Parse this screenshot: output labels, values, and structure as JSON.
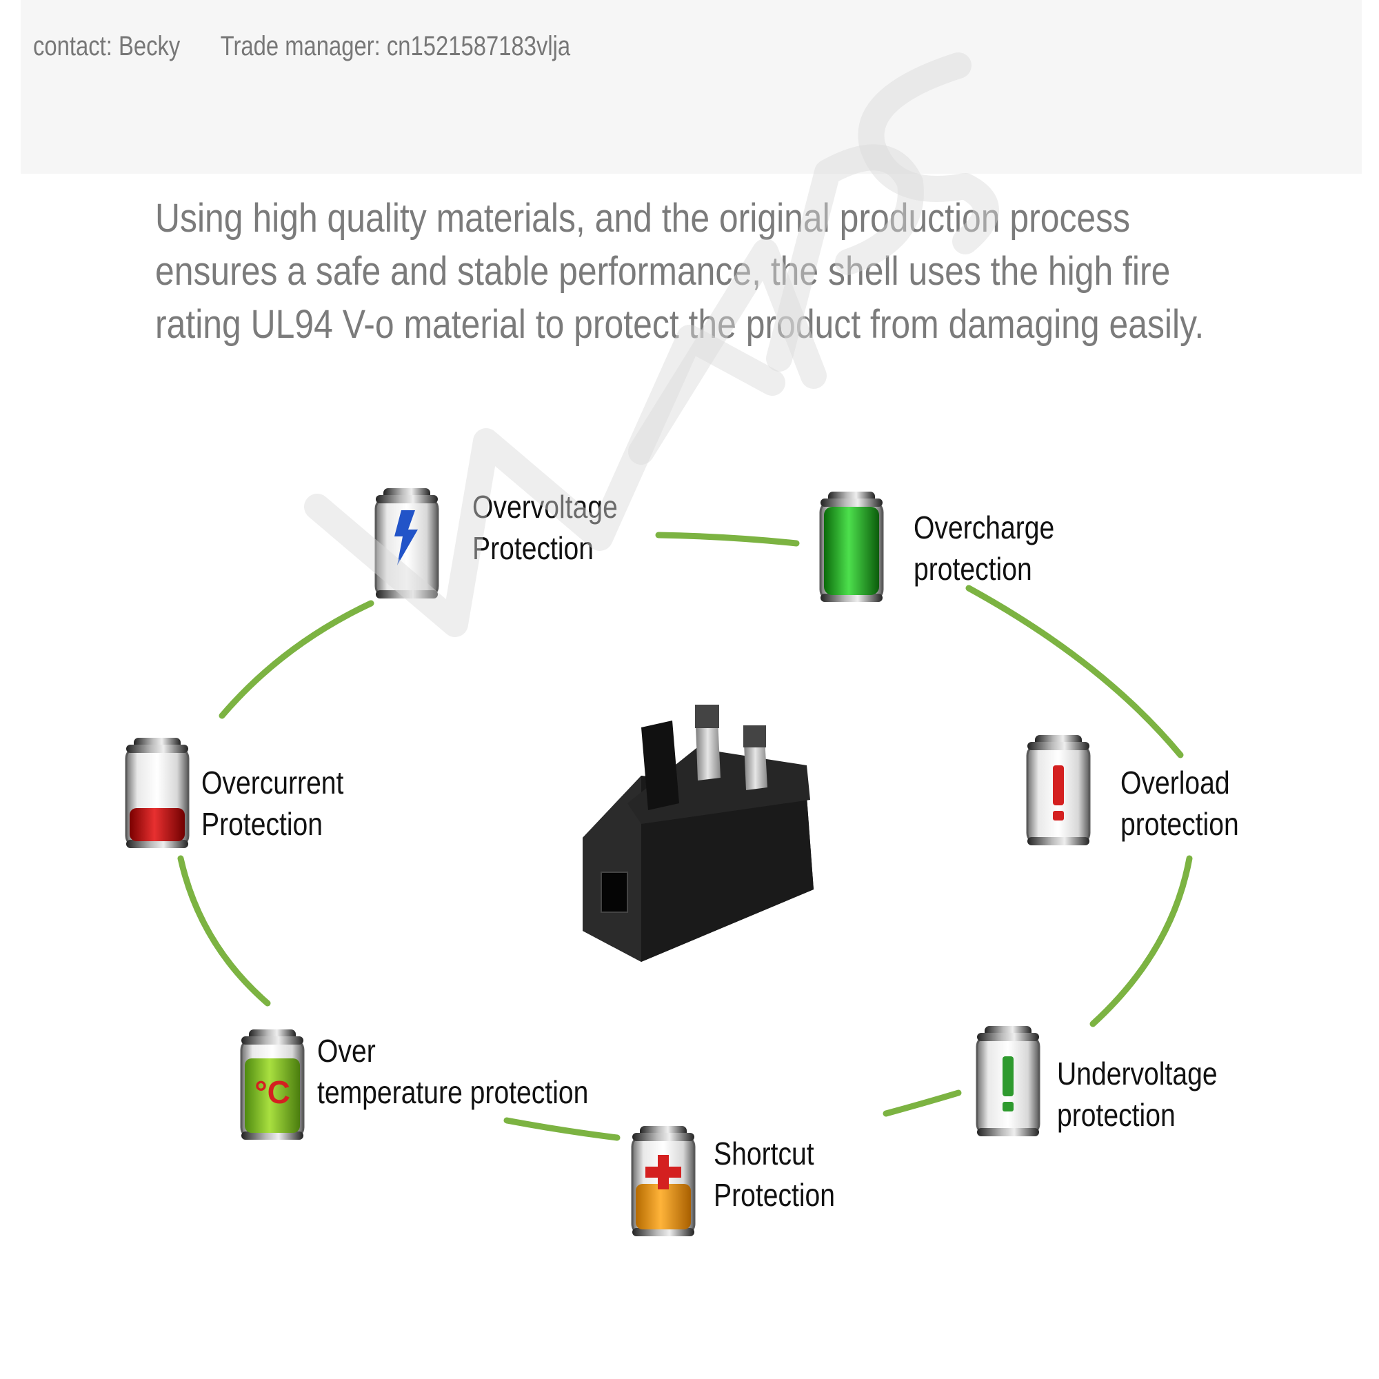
{
  "header": {
    "contact": "contact: Becky",
    "trade_manager": "Trade manager: cn1521587183vlja"
  },
  "intro": {
    "lines": [
      "Using high quality materials, and the original production process",
      "ensures a safe and stable performance, the shell uses the high fire",
      "rating UL94 V-o material to protect the product from damaging easily."
    ]
  },
  "protections": [
    {
      "line1": "Overvoltage",
      "line2": "Protection",
      "icon": "battery-lightning-icon"
    },
    {
      "line1": "Overcharge",
      "line2": "protection",
      "icon": "battery-full-green-icon"
    },
    {
      "line1": "Overload",
      "line2": "protection",
      "icon": "battery-exclamation-red-icon"
    },
    {
      "line1": "Undervoltage",
      "line2": "protection",
      "icon": "battery-exclamation-green-icon"
    },
    {
      "line1": "Shortcut",
      "line2": "Protection",
      "icon": "battery-cross-orange-icon"
    },
    {
      "line1": "Over",
      "line2": "temperature protection",
      "icon": "battery-celsius-green-icon"
    },
    {
      "line1": "Overcurrent",
      "line2": "Protection",
      "icon": "battery-low-red-icon"
    }
  ],
  "center_image": "uk-plug-usb-charger",
  "watermark": "WAPS",
  "colors": {
    "arc": "#7cb342",
    "text_gray": "#7b7b7b",
    "header_bg": "#f6f6f6"
  }
}
